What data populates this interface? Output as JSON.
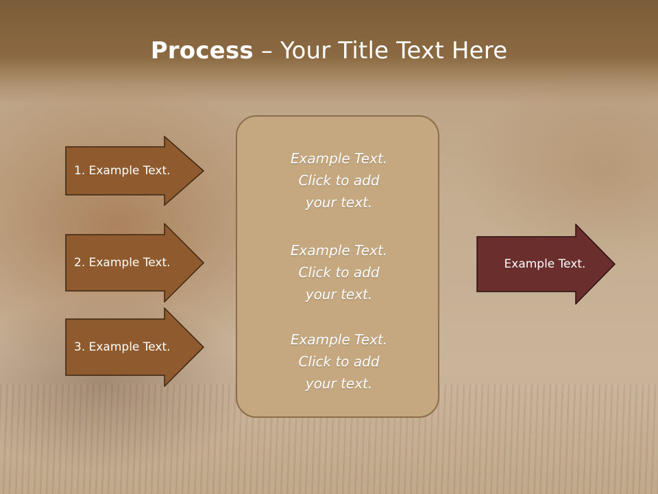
{
  "title": {
    "bold": "Process",
    "rest": " – Your Title Text Here"
  },
  "left_arrows": [
    {
      "label": "1. Example Text."
    },
    {
      "label": "2. Example Text."
    },
    {
      "label": "3. Example Text."
    }
  ],
  "center_items": [
    {
      "line1": "Example Text.",
      "line2": "Click  to add",
      "line3": "your text."
    },
    {
      "line1": "Example Text.",
      "line2": "Click  to add",
      "line3": "your text."
    },
    {
      "line1": "Example Text.",
      "line2": "Click  to add",
      "line3": "your text."
    }
  ],
  "right_arrow": {
    "label": "Example Text."
  },
  "colors": {
    "left_arrow_fill": "#8f5b2e",
    "right_arrow_fill": "#6a2e2c",
    "center_box_fill": "#c5a880",
    "title_bar": "#7a5c38"
  }
}
